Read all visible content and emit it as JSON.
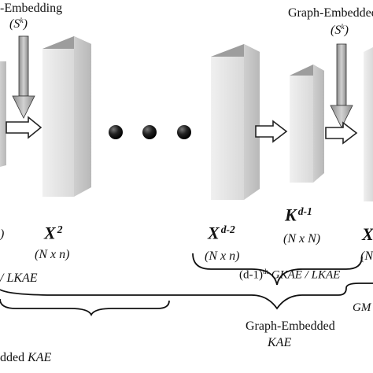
{
  "labels": {
    "top_left_embedding": "-Embedding",
    "top_left_s": "S",
    "top_left_s_sup": "k",
    "top_right_embedding": "Graph-Embedded",
    "top_right_s": "S",
    "top_right_s_sup": "k",
    "x2_base": "X",
    "x2_sup": "2",
    "x2_dim": "(N x n)",
    "left_partial_dim": ")",
    "kd1_base": "K",
    "kd1_sup": "d-1",
    "kd1_dim": "(N x N)",
    "xd2_base": "X",
    "xd2_sup": "d-2",
    "xd2_dim": "(N x n)",
    "right_partial_x": "X",
    "right_partial_dim": "(N",
    "gkae_label_prefix": "(d-1)",
    "gkae_label_sup": "th",
    "gkae_label_rest": " GKAE / LKAE",
    "left_lkae": "/ LKAE",
    "right_gm": "GM",
    "graph_embedded_1": "Graph-Embedded",
    "graph_embedded_2": "KAE",
    "bottom_left_text_plain": "dded ",
    "bottom_left_text_italic": "KAE"
  },
  "colors": {
    "box_front": "#e4e4e4",
    "box_top": "#9a9a9a",
    "box_side": "#c8c8c8",
    "arrow_fill": "#ffffff",
    "arrow_stroke": "#222222",
    "down_arrow_fill": "#b9b9b9",
    "dot": "#1a1a1a",
    "brace": "#111111"
  }
}
